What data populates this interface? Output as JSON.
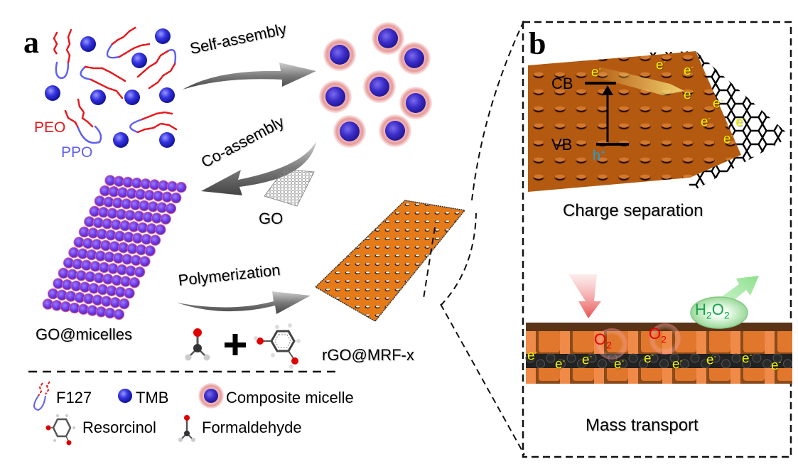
{
  "panel_a": {
    "letter": "a",
    "polymer_labels": {
      "peo": "PEO",
      "ppo": "PPO"
    },
    "steps": {
      "self_assembly": "Self-assembly",
      "co_assembly": "Co-assembly",
      "polymerization": "Polymerization"
    },
    "materials": {
      "go": "GO",
      "go_micelles": "GO@micelles",
      "product": "rGO@MRF-x"
    },
    "reactants_plus": "+",
    "legend": [
      {
        "icon": "f127-polymer-icon",
        "label": "F127"
      },
      {
        "icon": "tmb-sphere-icon",
        "label": "TMB"
      },
      {
        "icon": "composite-micelle-icon",
        "label": "Composite micelle"
      },
      {
        "icon": "resorcinol-molecule-icon",
        "label": "Resorcinol"
      },
      {
        "icon": "formaldehyde-molecule-icon",
        "label": "Formaldehyde"
      }
    ]
  },
  "panel_b": {
    "letter": "b",
    "charge_separation": {
      "caption": "Charge separation",
      "cb": "CB",
      "vb": "VB",
      "electron": "e",
      "electron_sign": "-",
      "hole": "h",
      "hole_sign": "+"
    },
    "mass_transport": {
      "caption": "Mass transport",
      "o2": "O",
      "o2_sub": "2",
      "h2o2_h": "H",
      "h2o2_sub1": "2",
      "h2o2_o": "O",
      "h2o2_sub2": "2",
      "electron": "e",
      "electron_sign": "-"
    }
  },
  "colors": {
    "peo": "#e8161c",
    "ppo": "#6060f0",
    "tmb": "#2a2ad8",
    "micelle_shell": "#e79a9a",
    "mrf": "#b35a10",
    "mrf_light": "#e98236",
    "electron": "#f4f400",
    "hole": "#1aa0e0",
    "o2": "#e60000",
    "h2o2": "#18a050"
  }
}
